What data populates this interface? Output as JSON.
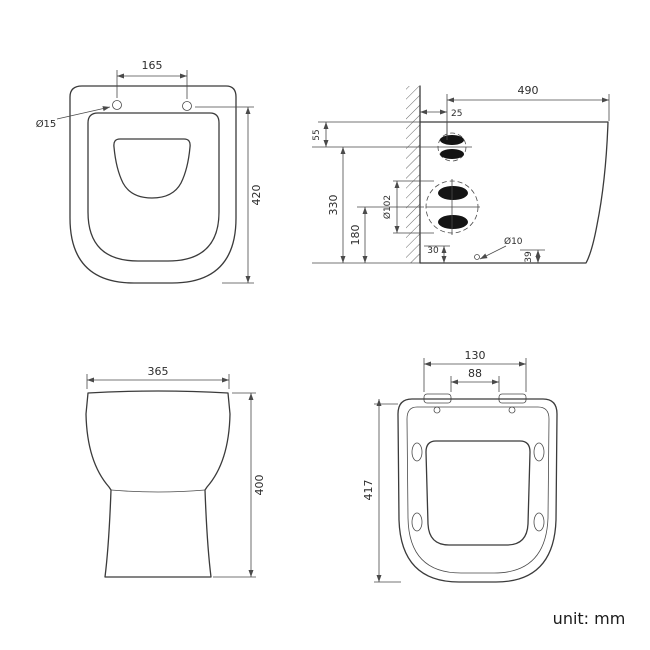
{
  "unit_label": "unit: mm",
  "top_view": {
    "hinge_hole_spacing": "165",
    "hinge_hole_diameter": "Ø15",
    "depth": "420"
  },
  "side_view": {
    "projection_depth": "490",
    "top_setback": "25",
    "inlet_drop": "55",
    "inlet_height": "330",
    "outlet_height": "180",
    "outlet_diameter": "Ø102",
    "fixing_offset": "30",
    "fixing_hole_diameter": "Ø10",
    "fixing_height": "39"
  },
  "front_view": {
    "width": "365",
    "height": "400"
  },
  "seat_view": {
    "hinge_outer_width": "130",
    "hinge_inner_width": "88",
    "length": "417"
  }
}
